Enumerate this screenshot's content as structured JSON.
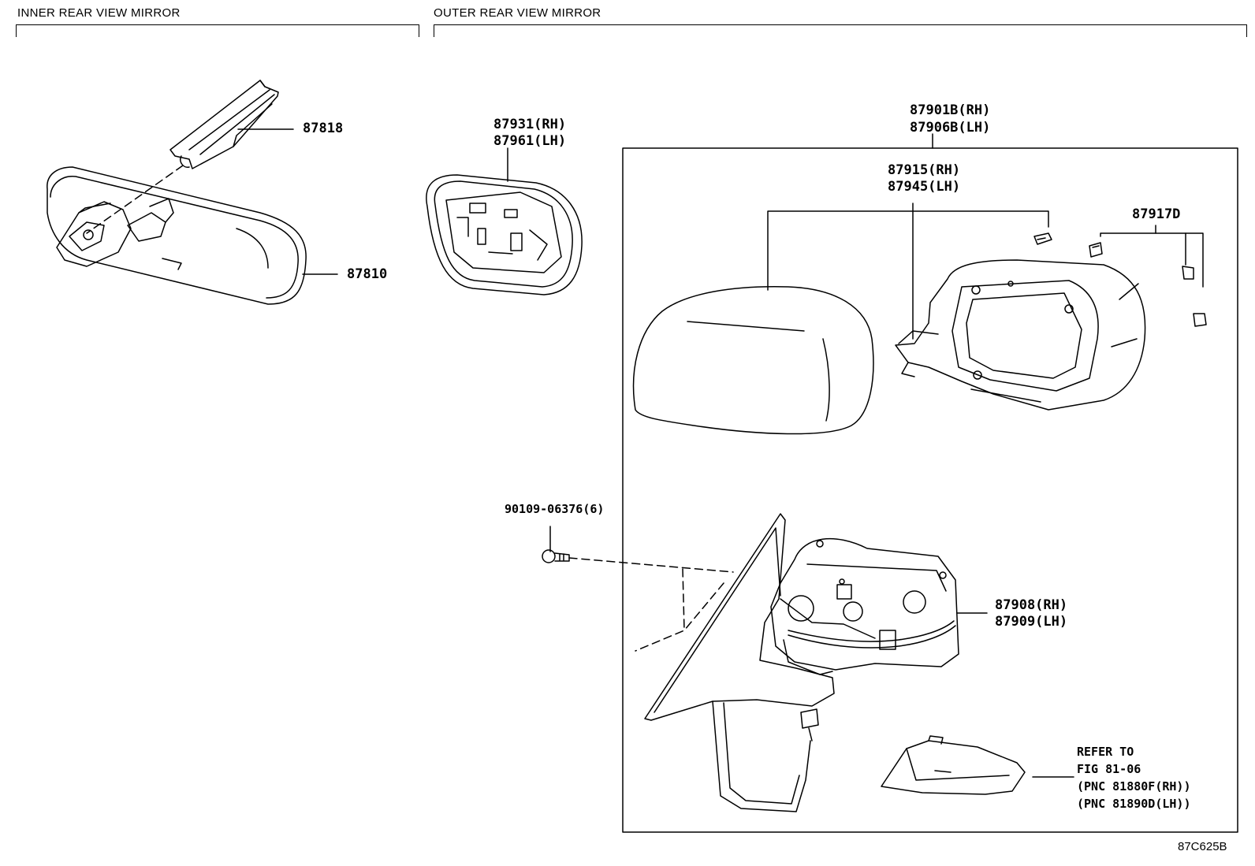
{
  "sections": {
    "inner_title": "INNER REAR VIEW MIRROR",
    "outer_title": "OUTER REAR VIEW MIRROR"
  },
  "parts": {
    "p87818": "87818",
    "p87810": "87810",
    "p87931": "87931(RH)",
    "p87961": "87961(LH)",
    "p87901b": "87901B(RH)",
    "p87906b": "87906B(LH)",
    "p87915": "87915(RH)",
    "p87945": "87945(LH)",
    "p87917d": "87917D",
    "p90109": "90109-06376(6)",
    "p87908": "87908(RH)",
    "p87909": "87909(LH)"
  },
  "refer": {
    "line1": "REFER TO",
    "line2": "FIG 81-06",
    "line3": "(PNC 81880F(RH))",
    "line4": "(PNC 81890D(LH))"
  },
  "figure_code": "87C625B"
}
